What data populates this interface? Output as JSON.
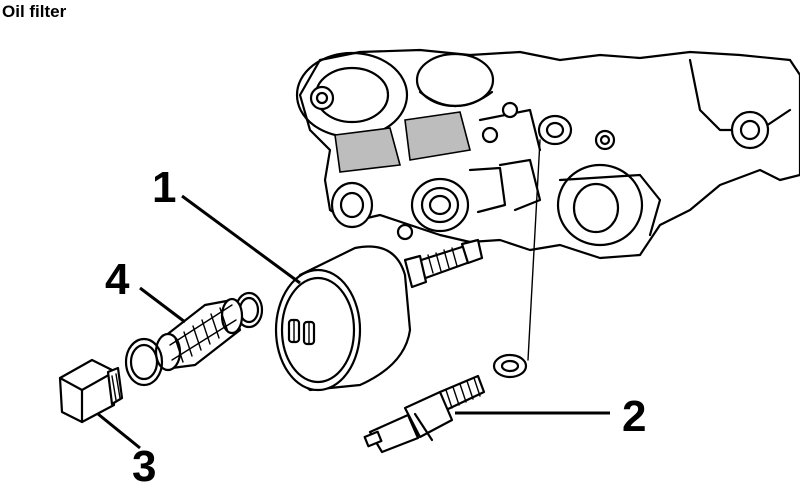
{
  "title": "Oil filter",
  "callouts": {
    "c1": "1",
    "c2": "2",
    "c3": "3",
    "c4": "4"
  }
}
